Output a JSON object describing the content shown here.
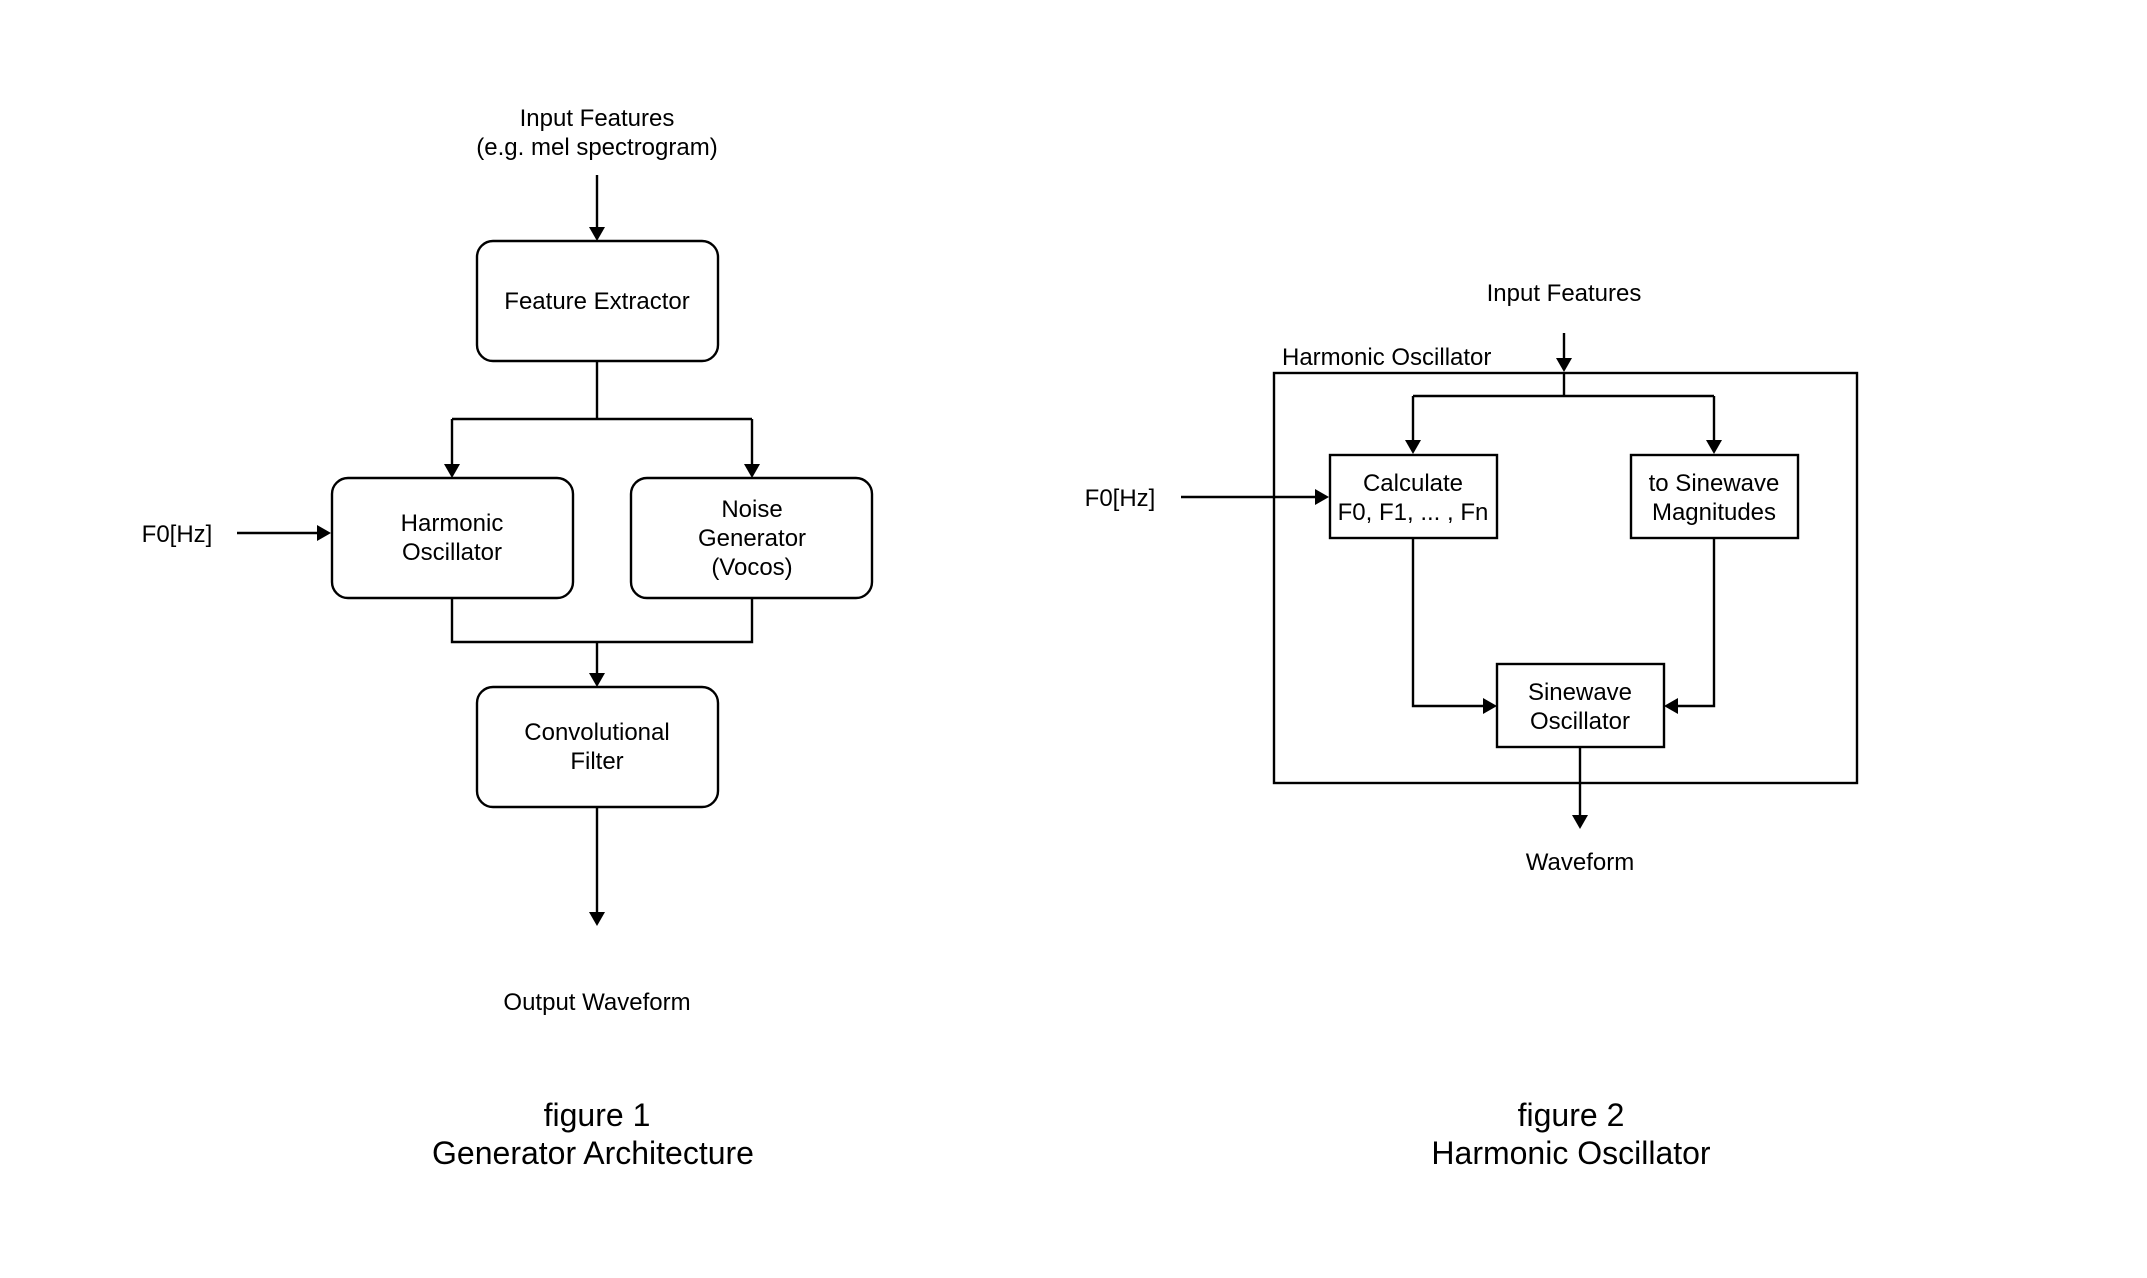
{
  "figure1": {
    "input_line1": "Input Features",
    "input_line2": "(e.g. mel spectrogram)",
    "feature_extractor": "Feature Extractor",
    "f0_label": "F0[Hz]",
    "harmonic_line1": "Harmonic",
    "harmonic_line2": "Oscillator",
    "noise_line1": "Noise",
    "noise_line2": "Generator",
    "noise_line3": "(Vocos)",
    "conv_line1": "Convolutional",
    "conv_line2": "Filter",
    "output_label": "Output Waveform",
    "caption_line1": "figure 1",
    "caption_line2": "Generator Architecture"
  },
  "figure2": {
    "input_label": "Input Features",
    "container_label": "Harmonic Oscillator",
    "f0_label": "F0[Hz]",
    "calc_line1": "Calculate",
    "calc_line2": "F0, F1, ... , Fn",
    "mag_line1": "to Sinewave",
    "mag_line2": "Magnitudes",
    "sine_line1": "Sinewave",
    "sine_line2": "Oscillator",
    "output_label": "Waveform",
    "caption_line1": "figure 2",
    "caption_line2": "Harmonic Oscillator"
  }
}
